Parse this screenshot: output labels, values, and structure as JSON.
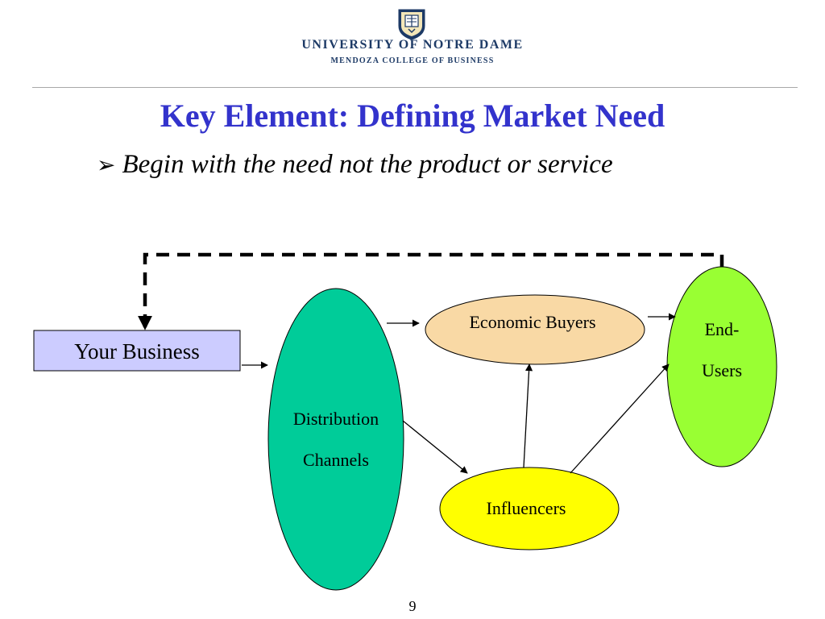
{
  "header": {
    "university": "UNIVERSITY OF NOTRE DAME",
    "college": "MENDOZA COLLEGE OF BUSINESS"
  },
  "slide": {
    "title": "Key Element: Defining Market Need",
    "bullet_marker": "➢",
    "bullet": "Begin with the need not the product or service",
    "page_number": "9"
  },
  "diagram": {
    "your_business": "Your Business",
    "distribution_line1": "Distribution",
    "distribution_line2": "Channels",
    "economic_buyers": "Economic Buyers",
    "end_users_line1": "End-",
    "end_users_line2": "Users",
    "influencers": "Influencers"
  },
  "colors": {
    "title": "#3333cc",
    "your_business_fill": "#ccccff",
    "distribution_fill": "#00cc99",
    "economic_buyers_fill": "#f9d9a5",
    "end_users_fill": "#99ff33",
    "influencers_fill": "#ffff00"
  }
}
